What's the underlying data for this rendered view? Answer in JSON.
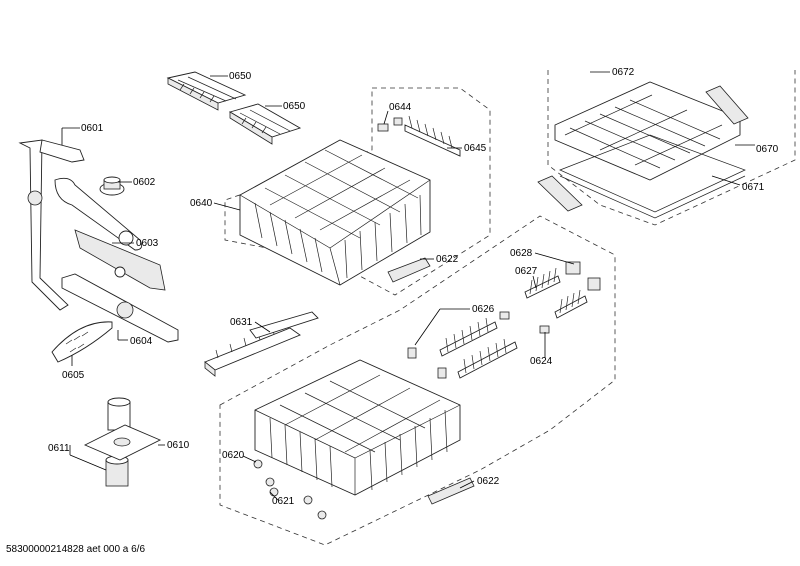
{
  "parts": [
    {
      "id": "p0650a",
      "label": "0650"
    },
    {
      "id": "p0650b",
      "label": "0650"
    },
    {
      "id": "p0601",
      "label": "0601"
    },
    {
      "id": "p0602",
      "label": "0602"
    },
    {
      "id": "p0603",
      "label": "0603"
    },
    {
      "id": "p0604",
      "label": "0604"
    },
    {
      "id": "p0605",
      "label": "0605"
    },
    {
      "id": "p0640",
      "label": "0640"
    },
    {
      "id": "p0644",
      "label": "0644"
    },
    {
      "id": "p0645",
      "label": "0645"
    },
    {
      "id": "p0622a",
      "label": "0622"
    },
    {
      "id": "p0631",
      "label": "0631"
    },
    {
      "id": "p0672",
      "label": "0672"
    },
    {
      "id": "p0670",
      "label": "0670"
    },
    {
      "id": "p0671",
      "label": "0671"
    },
    {
      "id": "p0628",
      "label": "0628"
    },
    {
      "id": "p0627",
      "label": "0627"
    },
    {
      "id": "p0626",
      "label": "0626"
    },
    {
      "id": "p0624",
      "label": "0624"
    },
    {
      "id": "p0611",
      "label": "0611"
    },
    {
      "id": "p0610",
      "label": "0610"
    },
    {
      "id": "p0620",
      "label": "0620"
    },
    {
      "id": "p0621",
      "label": "0621"
    },
    {
      "id": "p0622b",
      "label": "0622"
    }
  ],
  "footer": "58300000214828 aet 000 a 6/6"
}
